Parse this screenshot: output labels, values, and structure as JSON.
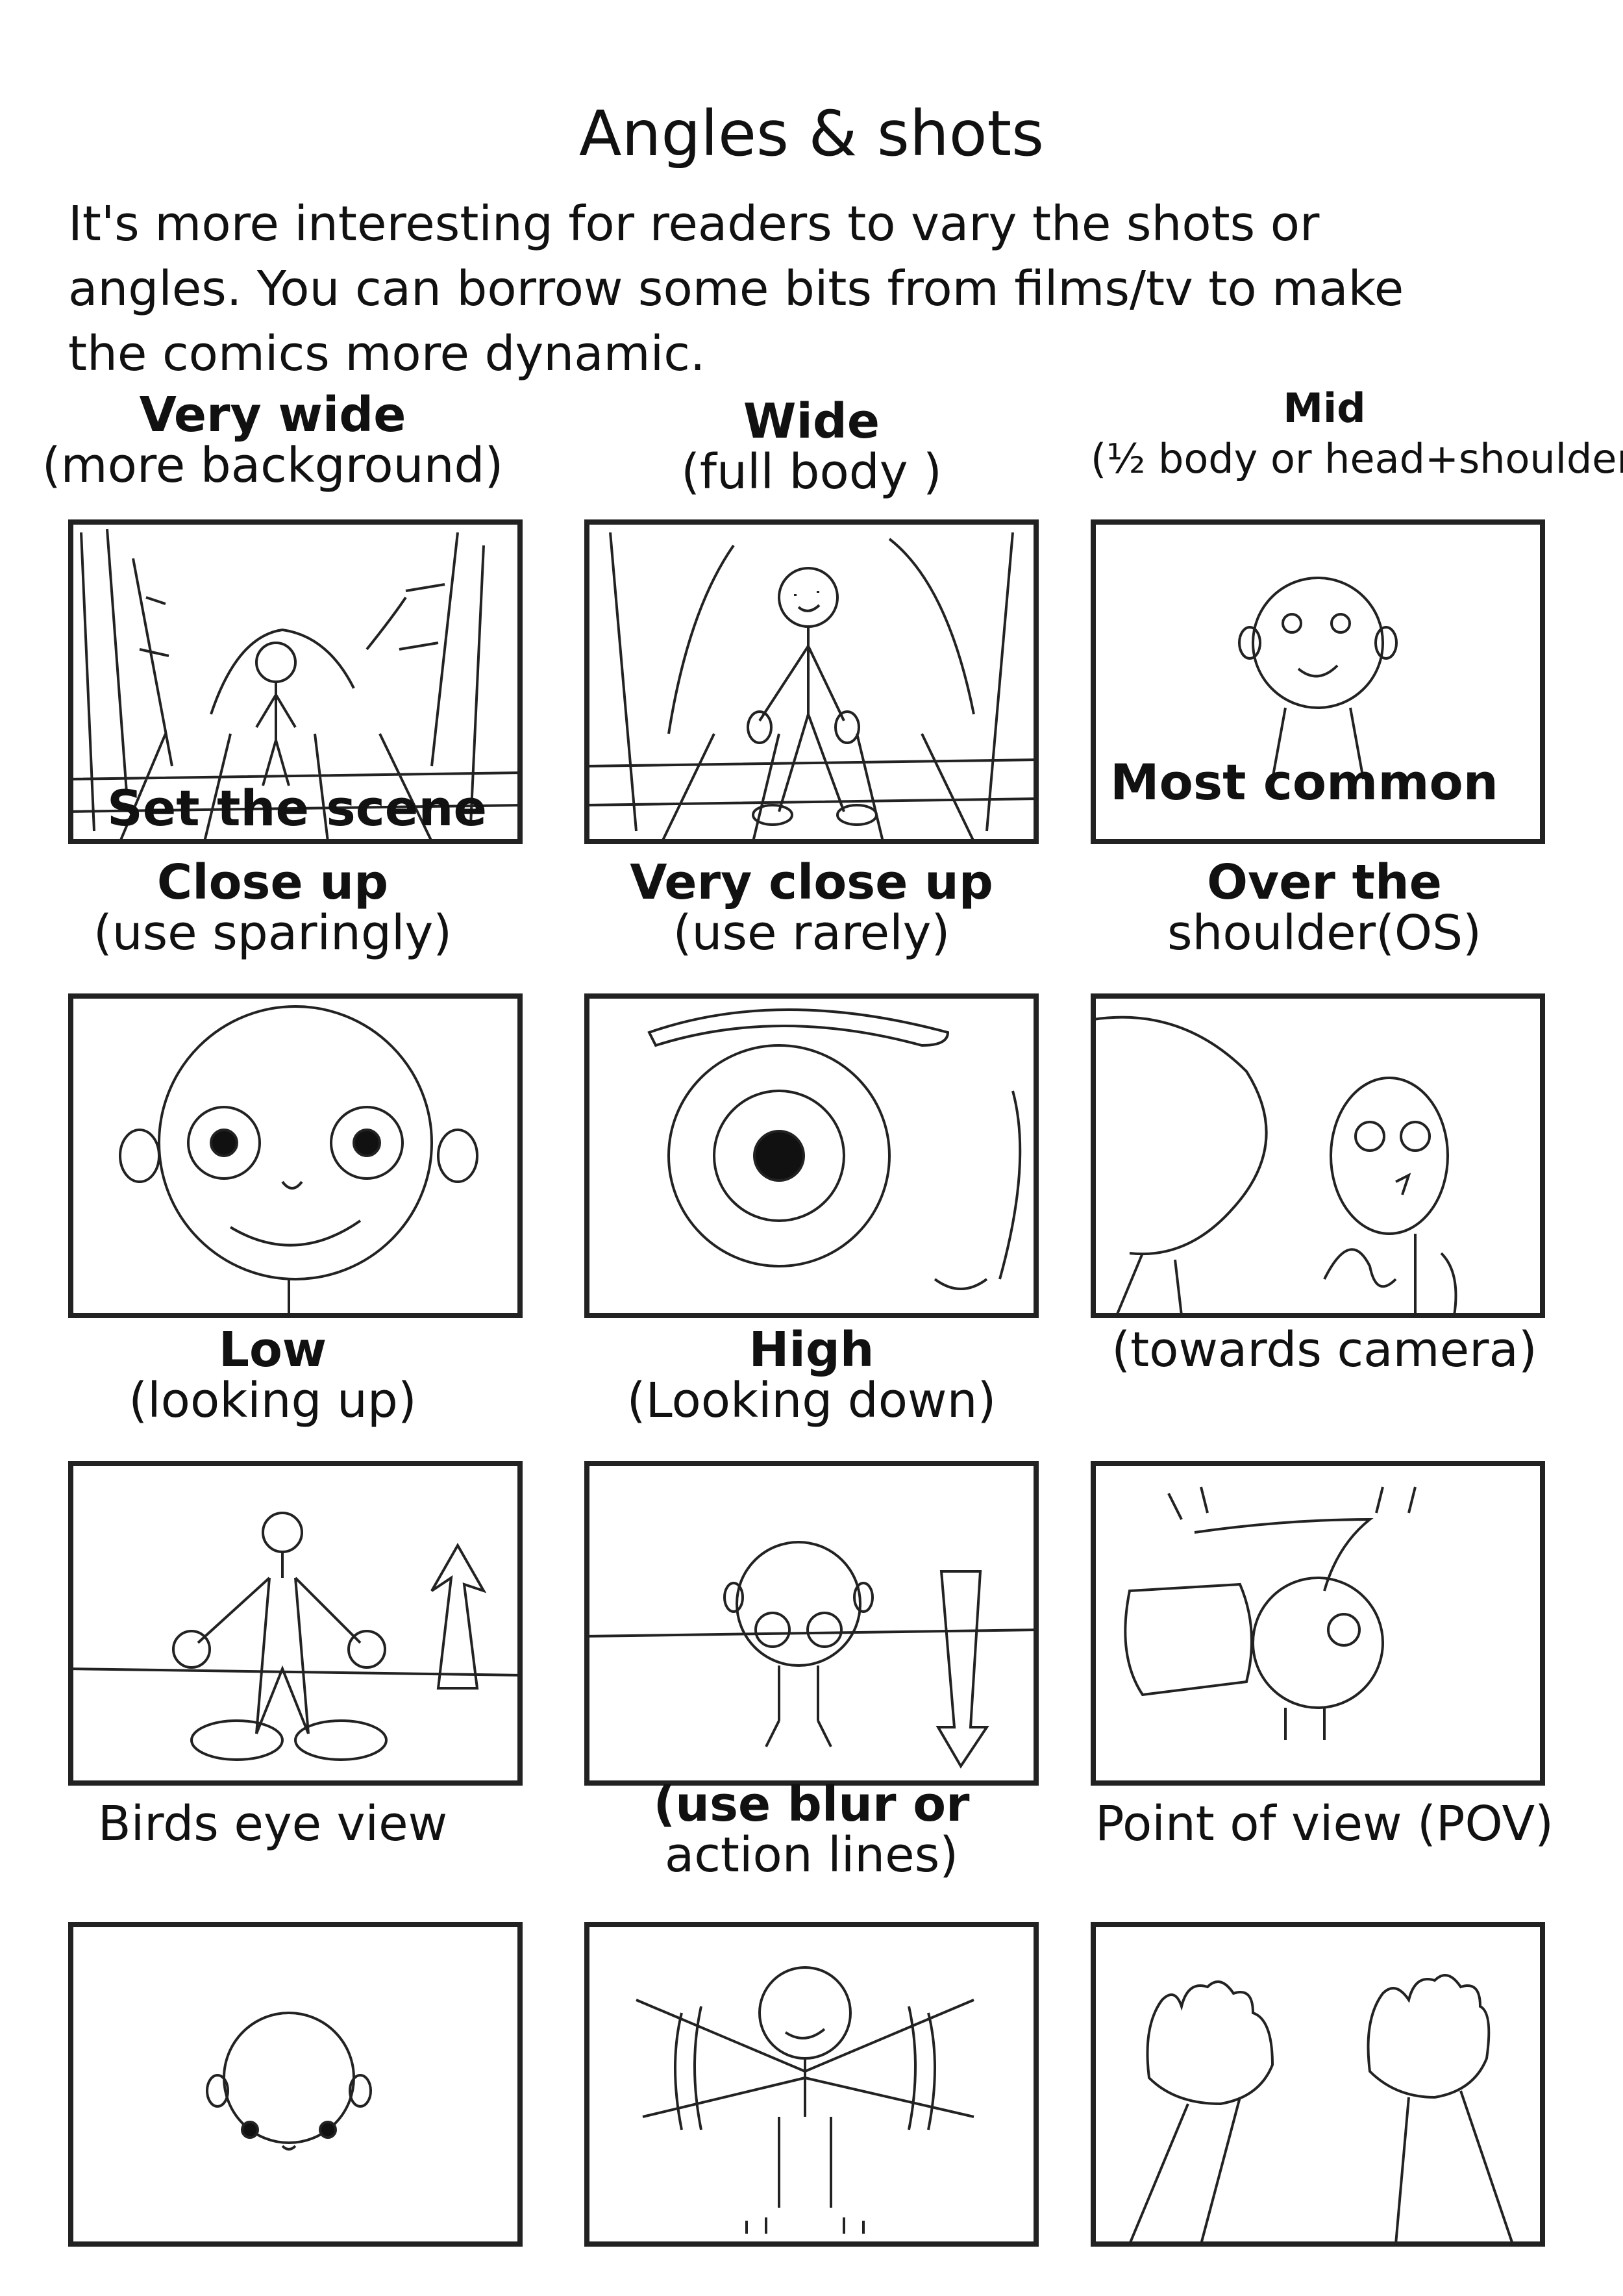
{
  "title": "Angles & shots",
  "intro": [
    "It's more interesting for readers to vary the shots or",
    "angles. You can borrow some bits from films/tv to make",
    "the comics more dynamic."
  ],
  "panels": [
    {
      "cap1": "Very wide",
      "cap2": "(more background)",
      "inner": "Set the scene",
      "icon": "street-scene"
    },
    {
      "cap1": "Wide",
      "cap2": "(full body )",
      "inner": "",
      "icon": "stick-figure-full-body"
    },
    {
      "cap1": "Mid",
      "cap2": "(½ body or head+shoulders)",
      "inner": "Most common",
      "icon": "head-and-shoulders"
    },
    {
      "cap1": "Close up",
      "cap2": "(use sparingly)",
      "inner": "",
      "icon": "face-close-up"
    },
    {
      "cap1": "Very close up",
      "cap2": "(use rarely)",
      "inner": "",
      "icon": "eye-close-up"
    },
    {
      "cap1": "Over the",
      "cap2": "shoulder(OS)",
      "inner": "",
      "icon": "over-shoulder"
    },
    {
      "cap1": "Low",
      "cap2": "(looking up)",
      "inner": "",
      "icon": "low-angle-figure"
    },
    {
      "cap1": "High",
      "cap2": "(Looking down)",
      "inner": "",
      "icon": "high-angle-figure"
    },
    {
      "cap1": "",
      "cap2": "(towards camera)",
      "inner": "",
      "icon": "figure-punching-camera"
    },
    {
      "cap1": "",
      "cap2": "Birds eye view",
      "inner": "",
      "icon": "birds-eye-head"
    },
    {
      "cap1": "(use blur or",
      "cap2": "action lines)",
      "inner": "",
      "icon": "figure-action-lines"
    },
    {
      "cap1": "",
      "cap2": "Point of view (POV)",
      "inner": "",
      "icon": "pov-hands"
    }
  ]
}
